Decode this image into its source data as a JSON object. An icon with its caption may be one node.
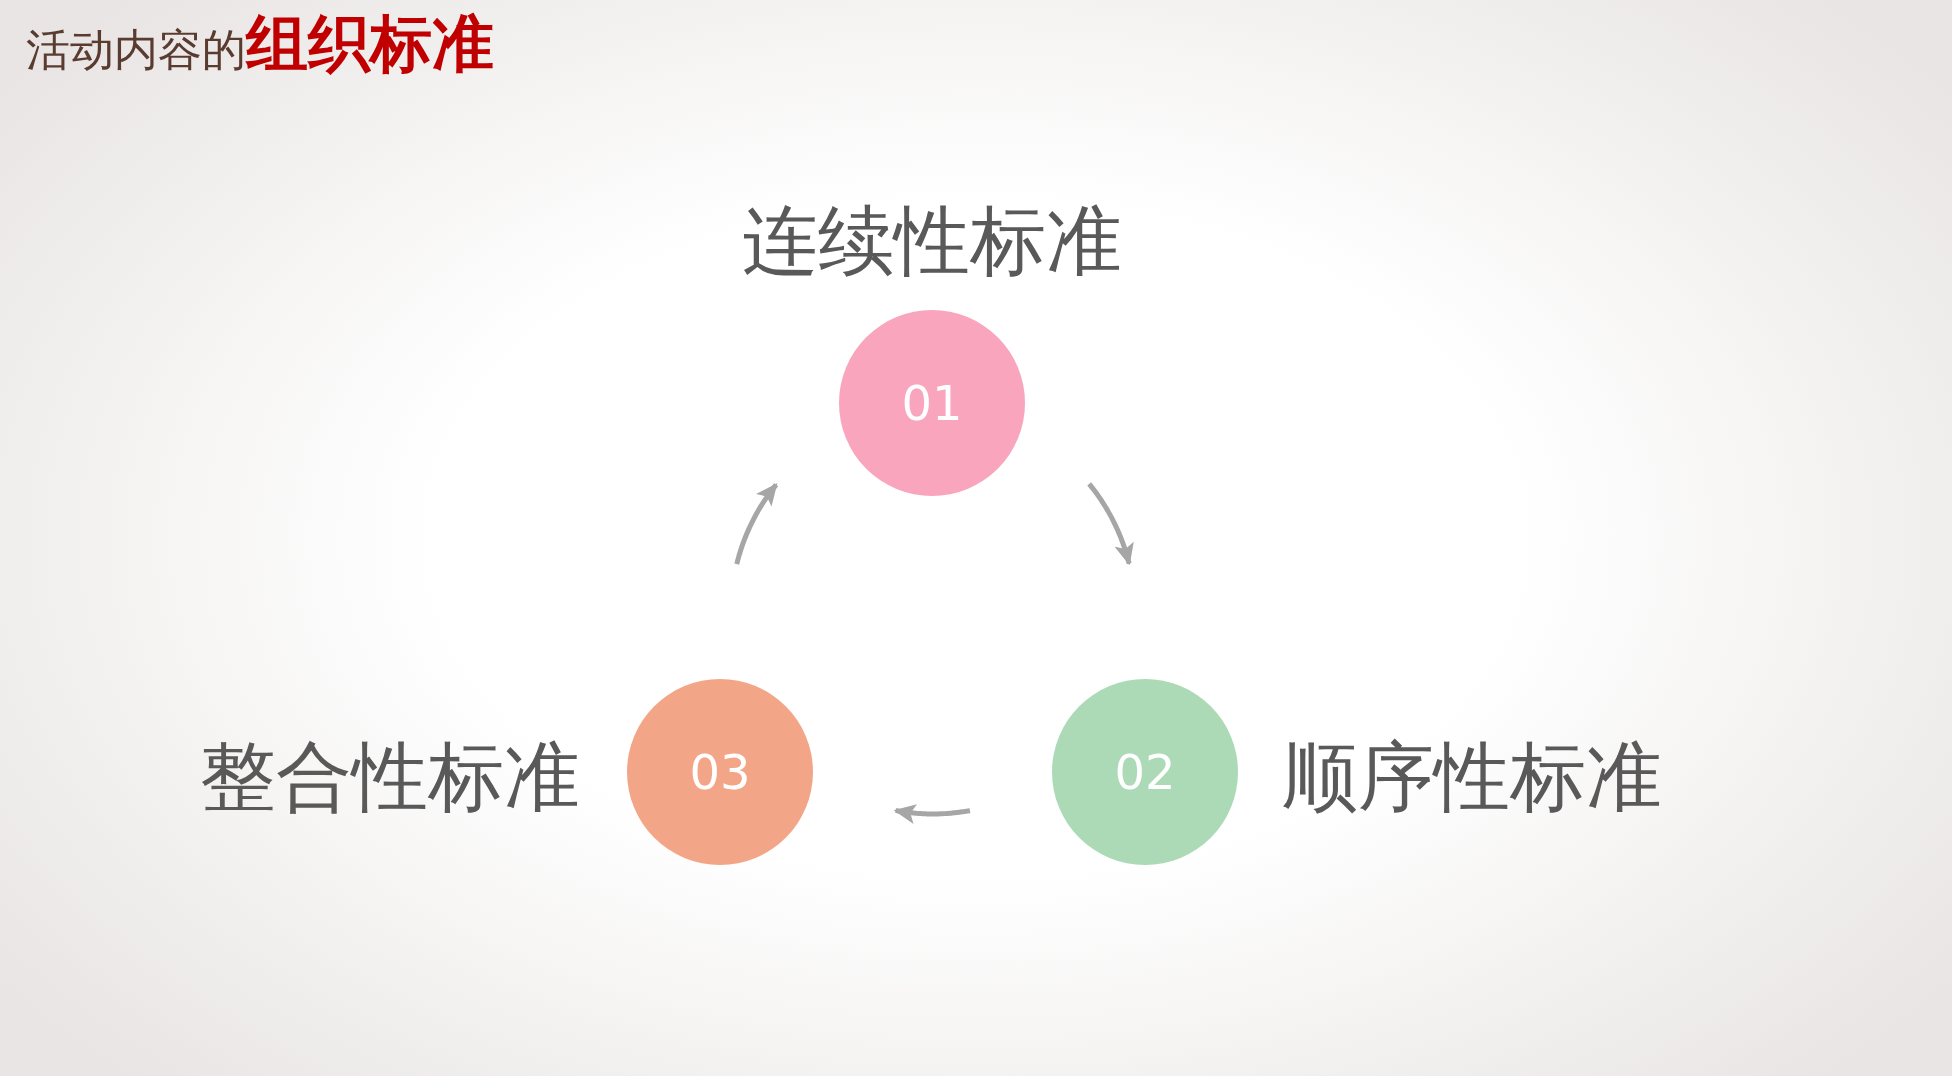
{
  "diagram": {
    "title": "活动内容的**组织标准**",
    "nodes": [
      {
        "text": [
          "01"
        ],
        "beside": [
          "连续性标准"
        ]
      },
      {
        "text": [
          "02"
        ],
        "beside": [
          "顺序性标准"
        ]
      },
      {
        "text": [
          "03"
        ],
        "beside": [
          "整合性标准"
        ]
      }
    ],
    "edges": [
      {
        "from": 0,
        "to": 1,
        "arrow": "to"
      },
      {
        "from": 1,
        "to": 2,
        "arrow": "to"
      },
      {
        "from": 2,
        "to": 0,
        "arrow": "to"
      }
    ]
  }
}
